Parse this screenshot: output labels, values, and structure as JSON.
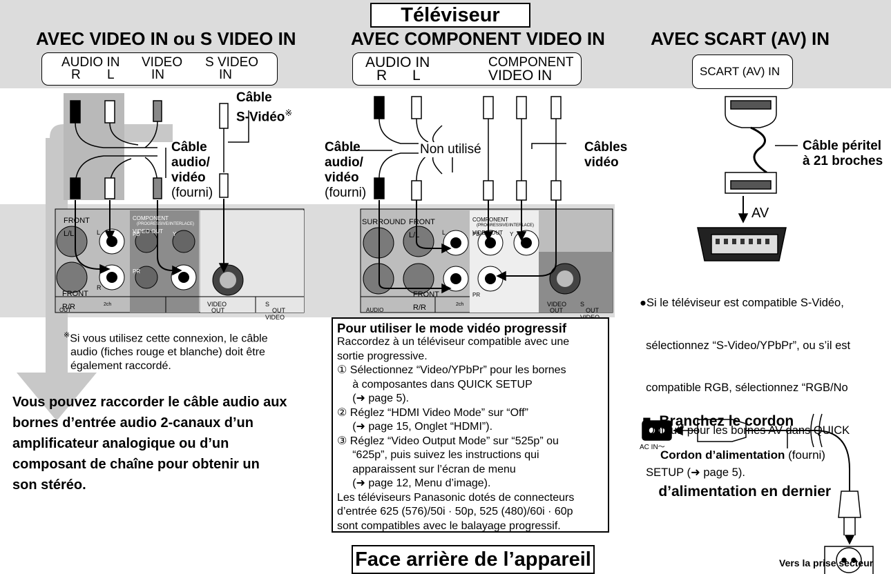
{
  "top_title": "Téléviseur",
  "bottom_title": "Face arrière de l’appareil",
  "col1": {
    "heading": "AVEC VIDEO IN ou S VIDEO IN",
    "panel": {
      "audio_in": "AUDIO IN",
      "r": "R",
      "l": "L",
      "video": "VIDEO",
      "video_in": "IN",
      "svideo": "S VIDEO",
      "svideo_in": "IN"
    },
    "svideo_cable": [
      "Câble",
      "S-Vidéo"
    ],
    "svideo_mark": "※",
    "av_cable": [
      "Câble",
      "audio/",
      "vidéo"
    ],
    "supplied": "(fourni)",
    "rear": {
      "front_ll": "FRONT L/L",
      "front_rr": "FRONT R/R",
      "cv_out": "COMPONENT VIDEO OUT",
      "interlace": "(PROGRESSIVE/INTERLACE)",
      "l": "L",
      "r": "R",
      "pb": "PB",
      "pr": "PR",
      "y": "Y",
      "ch2": "2ch",
      "out": "OUT",
      "video_out": [
        "VIDEO",
        "OUT"
      ],
      "svideo_out": [
        "S VIDEO",
        "OUT"
      ]
    },
    "footnote_mark": "※",
    "footnote": [
      "Si vous utilisez cette connexion, le câble",
      "audio (fiches rouge et blanche) doit être",
      "également raccordé."
    ],
    "note": [
      "Vous pouvez raccorder le câble audio aux",
      "bornes d’entrée audio 2-canaux d’un",
      "amplificateur analogique ou d’un",
      "composant de chaîne pour obtenir un",
      "son stéréo."
    ]
  },
  "col2": {
    "heading": "AVEC COMPONENT VIDEO IN",
    "panel": {
      "audio_in": "AUDIO IN",
      "r": "R",
      "l": "L",
      "component": "COMPONENT",
      "video_in": "VIDEO IN"
    },
    "av_cable": [
      "Câble",
      "audio/",
      "vidéo"
    ],
    "supplied": "(fourni)",
    "not_used": "Non utilisé",
    "video_cables": [
      "Câbles",
      "vidéo"
    ],
    "rear": {
      "surround": "SURROUND",
      "front_ll": "FRONT L/L",
      "front_rr": "FRONT R/R",
      "cv_out": "COMPONENT VIDEO OUT",
      "interlace": "(PROGRESSIVE/INTERLACE)",
      "l": "L",
      "r": "R",
      "pb": "PB",
      "pr": "PR",
      "y": "Y",
      "ch2": "2ch",
      "audio_out": "AUDIO OUT",
      "video_out": [
        "VIDEO",
        "OUT"
      ],
      "svideo_out": [
        "S VIDEO",
        "OUT"
      ]
    },
    "progressive": {
      "title": "Pour utiliser le mode vidéo progressif",
      "lines": [
        "Raccordez à un téléviseur compatible avec une",
        "sortie progressive.",
        "① Sélectionnez “Video/YPbPr” pour les bornes",
        "     à composantes dans QUICK SETUP",
        "     (➜ page 5).",
        "② Réglez “HDMI Video Mode” sur “Off”",
        "     (➜ page 15, Onglet “HDMI”).",
        "③ Réglez “Video Output Mode” sur “525p” ou",
        "     “625p”, puis suivez les instructions qui",
        "     apparaissent sur l’écran de menu",
        "     (➜ page 12, Menu d’image).",
        "Les téléviseurs Panasonic dotés de connecteurs",
        "d’entrée 625 (576)/50i · 50p, 525 (480)/60i · 60p",
        "sont compatibles avec le balayage progressif."
      ]
    }
  },
  "col3": {
    "heading": "AVEC SCART (AV) IN",
    "panel": "SCART (AV) IN",
    "scart_cable": [
      "Câble péritel",
      "à 21 broches"
    ],
    "av": "AV",
    "bullet": [
      "●Si le téléviseur est compatible S-Vidéo,",
      "  sélectionnez “S-Video/YPbPr”, ou s’il est",
      "  compatible RGB, sélectionnez “RGB/No",
      "  Output” pour les bornes AV dans QUICK",
      "  SETUP (➜ page 5)."
    ],
    "power_heading": [
      "■  Branchez le cordon",
      "    d’alimentation en dernier"
    ],
    "ac_in": "AC  IN",
    "ac_symbol": "〜",
    "cord_label": "Cordon d’alimentation",
    "cord_supplied": "(fourni)",
    "outlet": "Vers la prise secteur"
  },
  "colors": {
    "band": "#dcdcdc",
    "arrow": "#c8c8c8",
    "device": "#e0e0e0",
    "device_dark": "#8c8c8c"
  }
}
